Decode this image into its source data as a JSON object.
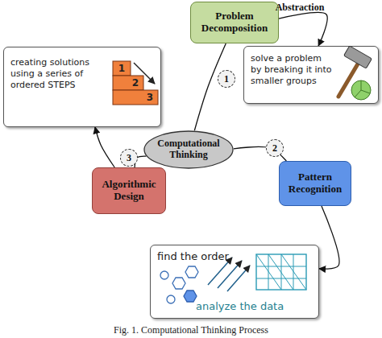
{
  "diagram": {
    "caption": "Fig. 1. Computational Thinking Process",
    "nodes": [
      {
        "text": [
          "Problem Decomposition"
        ]
      },
      {
        "text": [
          "creating solutions using a series of ordered STEPS"
        ]
      },
      {
        "text": [
          "solve a problem by breaking it into smaller groups"
        ]
      },
      {
        "text": [
          "Computational Thinking"
        ]
      },
      {
        "text": [
          "Pattern Recognition"
        ]
      },
      {
        "text": [
          "Algorithmic Design"
        ]
      },
      {
        "text": [
          "find the order",
          "analyze the data"
        ]
      }
    ],
    "edges": [
      {
        "from": 3,
        "to": 0,
        "arrow": "none",
        "label": "1"
      },
      {
        "from": 3,
        "to": 4,
        "arrow": "none",
        "label": "2"
      },
      {
        "from": 3,
        "to": 5,
        "arrow": "none",
        "label": "3"
      },
      {
        "from": 0,
        "to": 2,
        "arrow": "to",
        "label": "Abstraction"
      },
      {
        "from": 4,
        "to": 6,
        "arrow": "to"
      },
      {
        "from": 5,
        "to": 1,
        "arrow": "to"
      }
    ],
    "labels": [
      "1",
      "2",
      "3"
    ]
  }
}
